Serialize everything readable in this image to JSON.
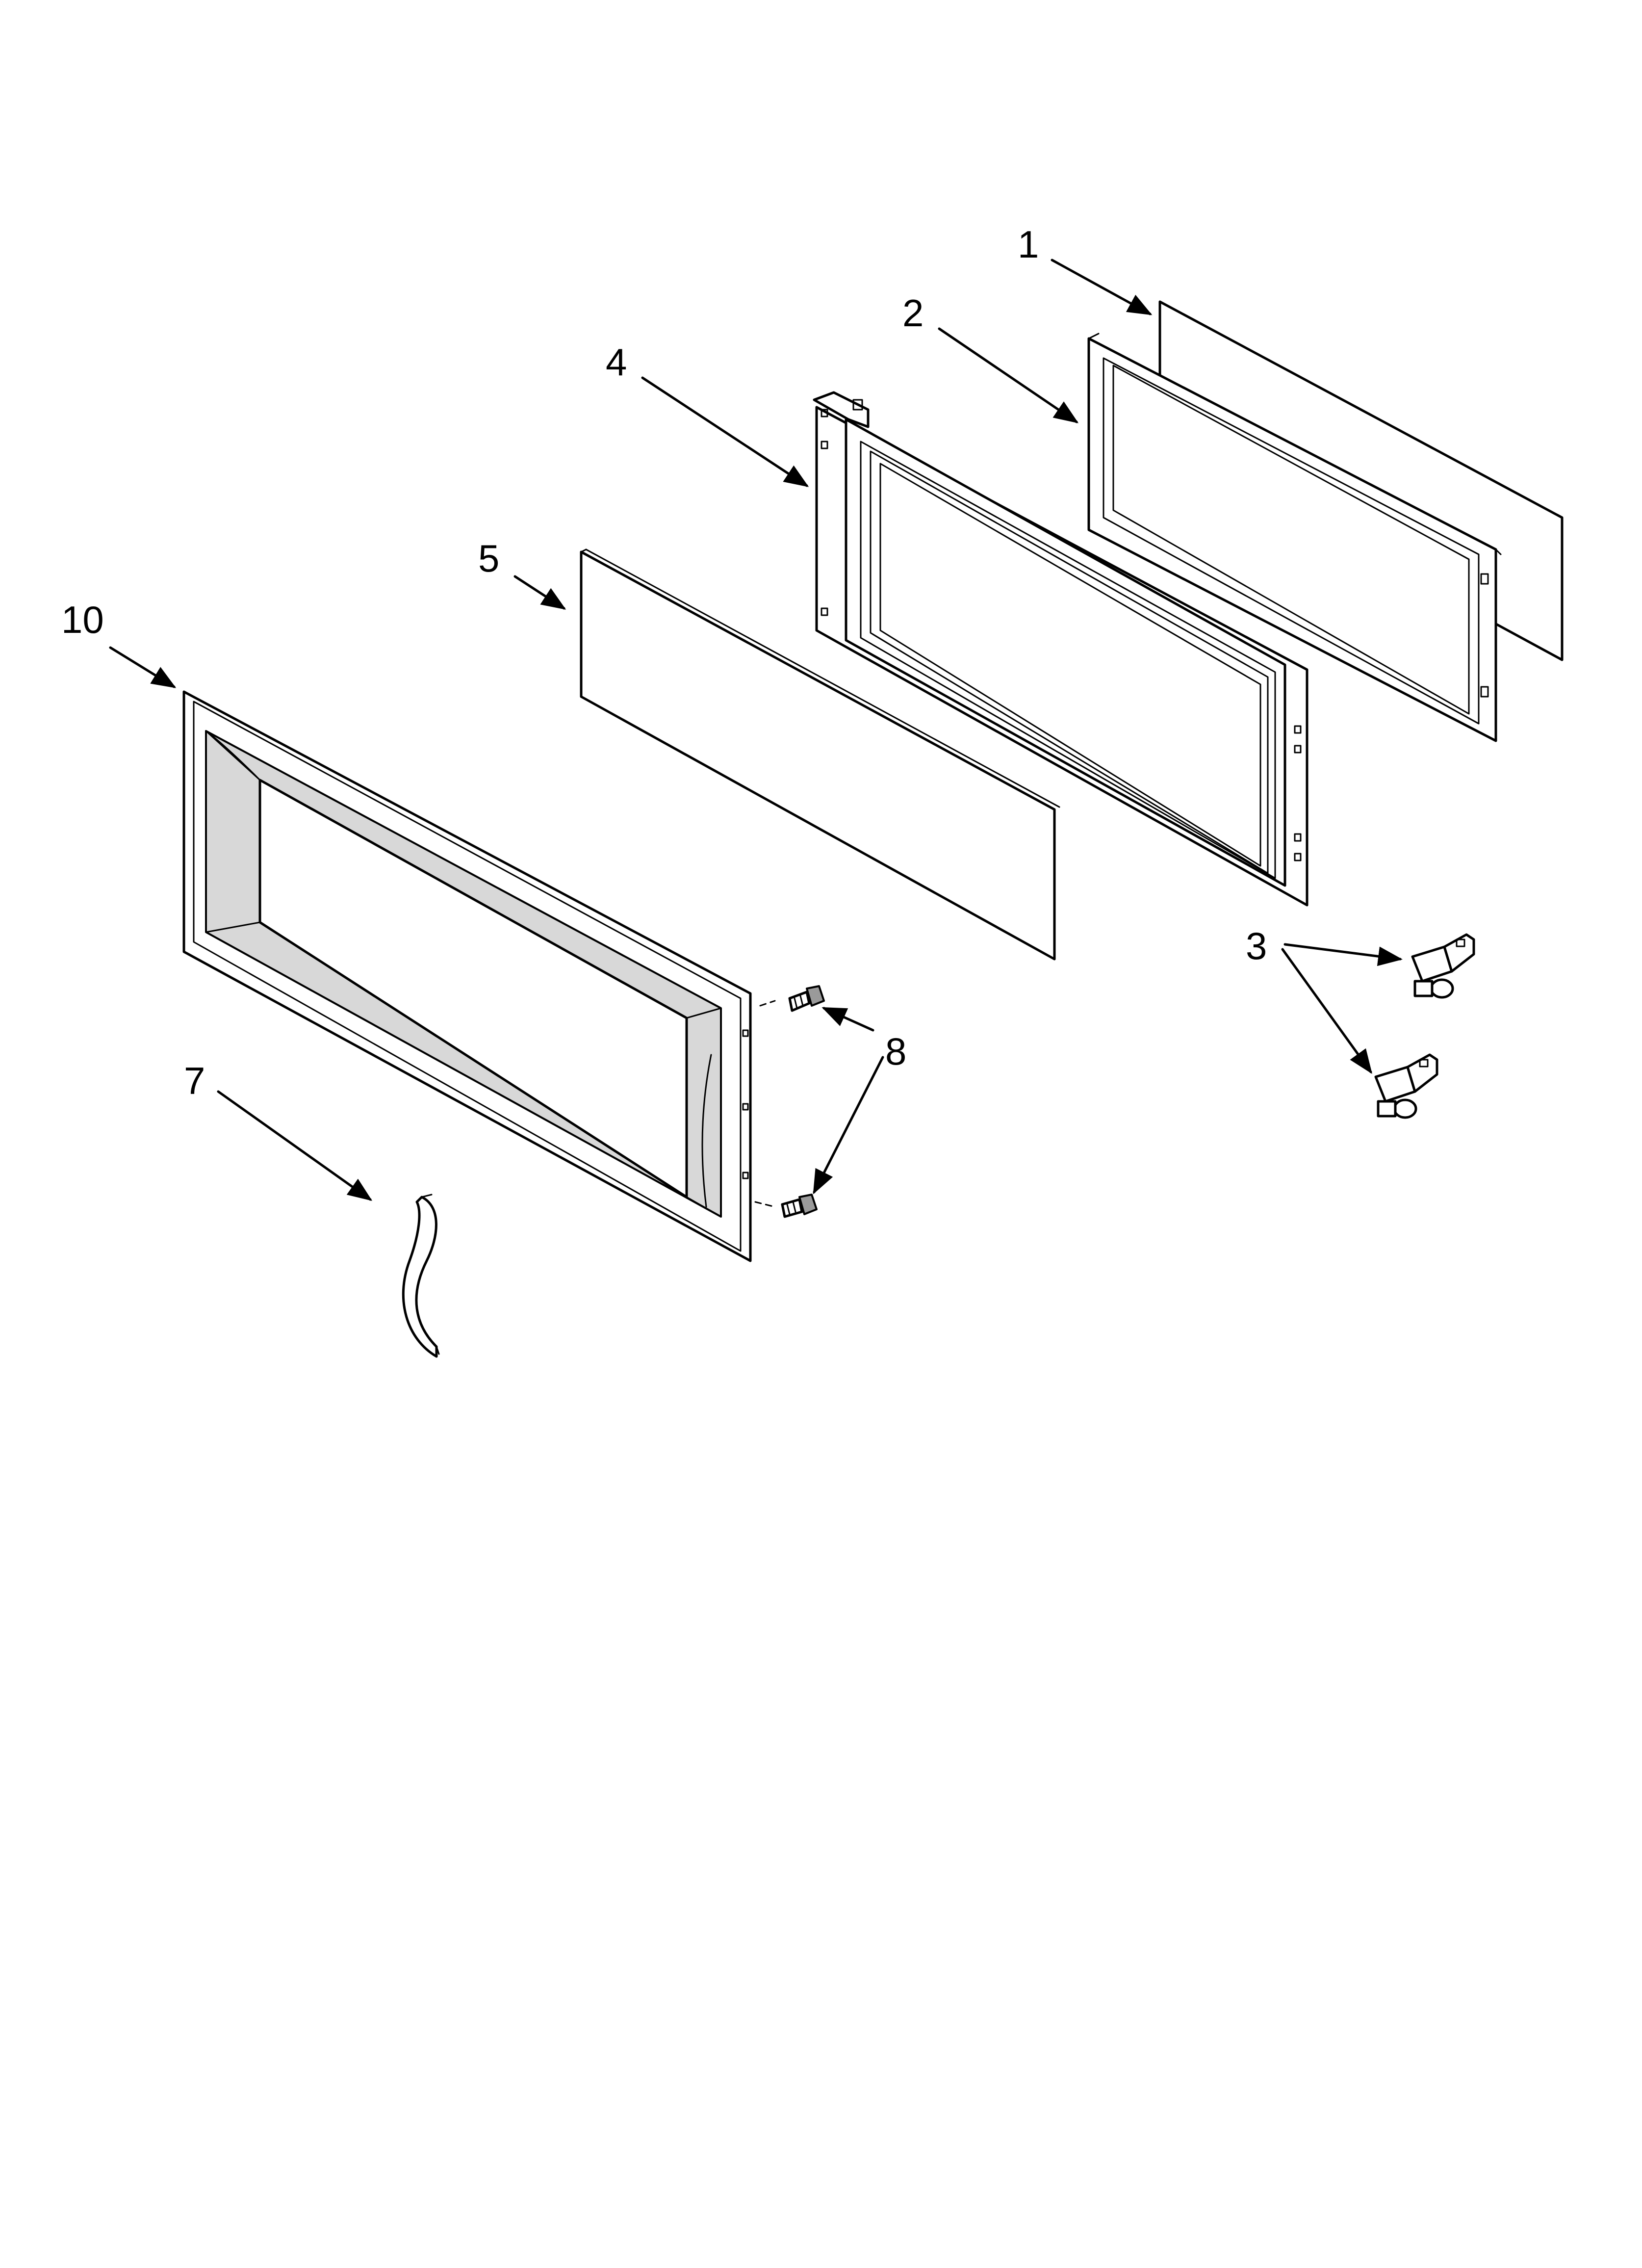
{
  "callouts": [
    {
      "id": "1",
      "label": "1"
    },
    {
      "id": "2",
      "label": "2"
    },
    {
      "id": "3",
      "label": "3"
    },
    {
      "id": "4",
      "label": "4"
    },
    {
      "id": "5",
      "label": "5"
    },
    {
      "id": "7",
      "label": "7"
    },
    {
      "id": "8",
      "label": "8"
    },
    {
      "id": "10",
      "label": "10"
    }
  ],
  "colors": {
    "line": "#000000",
    "background": "#ffffff",
    "shade": "#d8d8d8"
  }
}
